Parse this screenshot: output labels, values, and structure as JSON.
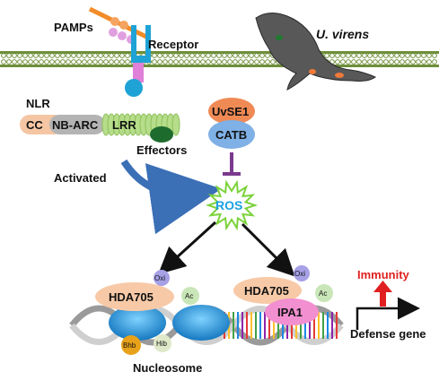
{
  "labels": {
    "pamps": "PAMPs",
    "receptor": "Receptor",
    "pathogen": "U. virens",
    "nlr": "NLR",
    "cc": "CC",
    "nbarc": "NB-ARC",
    "lrr": "LRR",
    "effectors": "Effectors",
    "activated": "Activated",
    "uvse1": "UvSE1",
    "catb": "CATB",
    "ros": "ROS",
    "hda705_left": "HDA705",
    "hda705_right": "HDA705",
    "oxi_left": "Oxi",
    "oxi_right": "Oxi",
    "ac_left": "Ac",
    "ac_right": "Ac",
    "bhb": "Bhb",
    "hib": "Hib",
    "ipa1": "IPA1",
    "immunity": "Immunity",
    "defense_gene": "Defense gene",
    "nucleosome": "Nucleosome"
  },
  "colors": {
    "membrane": "#6e8f3a",
    "receptor": "#1fa3d6",
    "receptor_stem": "#e080d8",
    "pamps": "#f28c28",
    "pathogen": "#585858",
    "nlr_cc": "#f5c6a4",
    "nlr_nbarc": "#b4b4b4",
    "lrr": "#b6dd8a",
    "effector": "#1e6b2e",
    "uvse1": "#f08a55",
    "catb": "#7fb0e6",
    "inhibit": "#7b3a8e",
    "activated_arrow": "#3b6fb6",
    "ros_text": "#1aa0e0",
    "hda705": "#f7c9a7",
    "oxi": "#a6a0e6",
    "ac": "#c9e6b8",
    "bhb": "#e8a21a",
    "hib": "#dfe8c8",
    "ipa1": "#f28fd0",
    "immunity": "#e02020",
    "nucleosome": "#1e9fe0"
  }
}
